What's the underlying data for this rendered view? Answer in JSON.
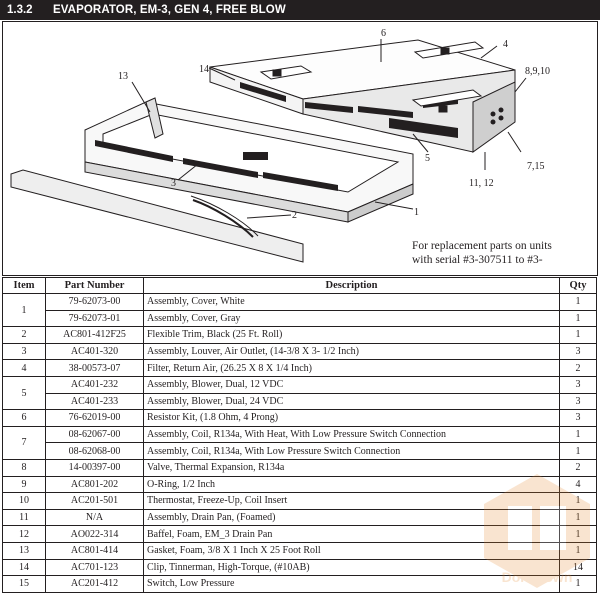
{
  "header": {
    "section": "1.3.2",
    "title": "EVAPORATOR, EM-3, GEN 4, FREE BLOW"
  },
  "diagram": {
    "callouts": {
      "c6": "6",
      "c4": "4",
      "c14": "14",
      "c13": "13",
      "c8910": "8,9,10",
      "c5": "5",
      "c715": "7,15",
      "c1112": "11, 12",
      "c3": "3",
      "c1": "1",
      "c2": "2"
    },
    "note_line1": "For replacement parts on units",
    "note_line2": "with serial #3-307511 to #3-"
  },
  "table": {
    "headers": {
      "item": "Item",
      "part": "Part Number",
      "desc": "Description",
      "qty": "Qty"
    },
    "rows": [
      {
        "item": "1",
        "part": "79-62073-00",
        "desc": "Assembly, Cover, White",
        "qty": "1"
      },
      {
        "item": "",
        "part": "79-62073-01",
        "desc": "Assembly, Cover,  Gray",
        "qty": "1"
      },
      {
        "item": "2",
        "part": "AC801-412F25",
        "desc": "Flexible Trim, Black (25 Ft. Roll)",
        "qty": "1"
      },
      {
        "item": "3",
        "part": "AC401-320",
        "desc": "Assembly, Louver, Air Outlet, (14-3/8 X 3- 1/2 Inch)",
        "qty": "3"
      },
      {
        "item": "4",
        "part": "38-00573-07",
        "desc": "Filter, Return Air, (26.25 X 8 X 1/4 Inch)",
        "qty": "2"
      },
      {
        "item": "5",
        "part": "AC401-232",
        "desc": "Assembly, Blower, Dual, 12 VDC",
        "qty": "3"
      },
      {
        "item": "",
        "part": "AC401-233",
        "desc": "Assembly, Blower, Dual, 24 VDC",
        "qty": "3"
      },
      {
        "item": "6",
        "part": "76-62019-00",
        "desc": "Resistor Kit, (1.8 Ohm, 4 Prong)",
        "qty": "3"
      },
      {
        "item": "7",
        "part": "08-62067-00",
        "desc": "Assembly, Coil, R134a, With Heat, With Low Pressure Switch Connection",
        "qty": "1"
      },
      {
        "item": "",
        "part": "08-62068-00",
        "desc": "Assembly, Coil, R134a, With Low Pressure Switch Connection",
        "qty": "1"
      },
      {
        "item": "8",
        "part": "14-00397-00",
        "desc": "Valve, Thermal Expansion, R134a",
        "qty": "2"
      },
      {
        "item": "9",
        "part": "AC801-202",
        "desc": "O-Ring, 1/2 Inch",
        "qty": "4"
      },
      {
        "item": "10",
        "part": "AC201-501",
        "desc": "Thermostat, Freeze-Up, Coil Insert",
        "qty": "1"
      },
      {
        "item": "11",
        "part": "N/A",
        "desc": "Assembly, Drain Pan, (Foamed)",
        "qty": "1"
      },
      {
        "item": "12",
        "part": "AO022-314",
        "desc": "Baffel, Foam, EM_3 Drain Pan",
        "qty": "1"
      },
      {
        "item": "13",
        "part": "AC801-414",
        "desc": "Gasket, Foam, 3/8 X 1 Inch X 25 Foot Roll",
        "qty": "1"
      },
      {
        "item": "14",
        "part": "AC701-123",
        "desc": "Clip, Tinnerman, High-Torque, (#10AB)",
        "qty": "14"
      },
      {
        "item": "15",
        "part": "AC201-412",
        "desc": "Switch, Low Pressure",
        "qty": "1"
      }
    ]
  },
  "watermark": {
    "logo_text": "DonBrown"
  }
}
